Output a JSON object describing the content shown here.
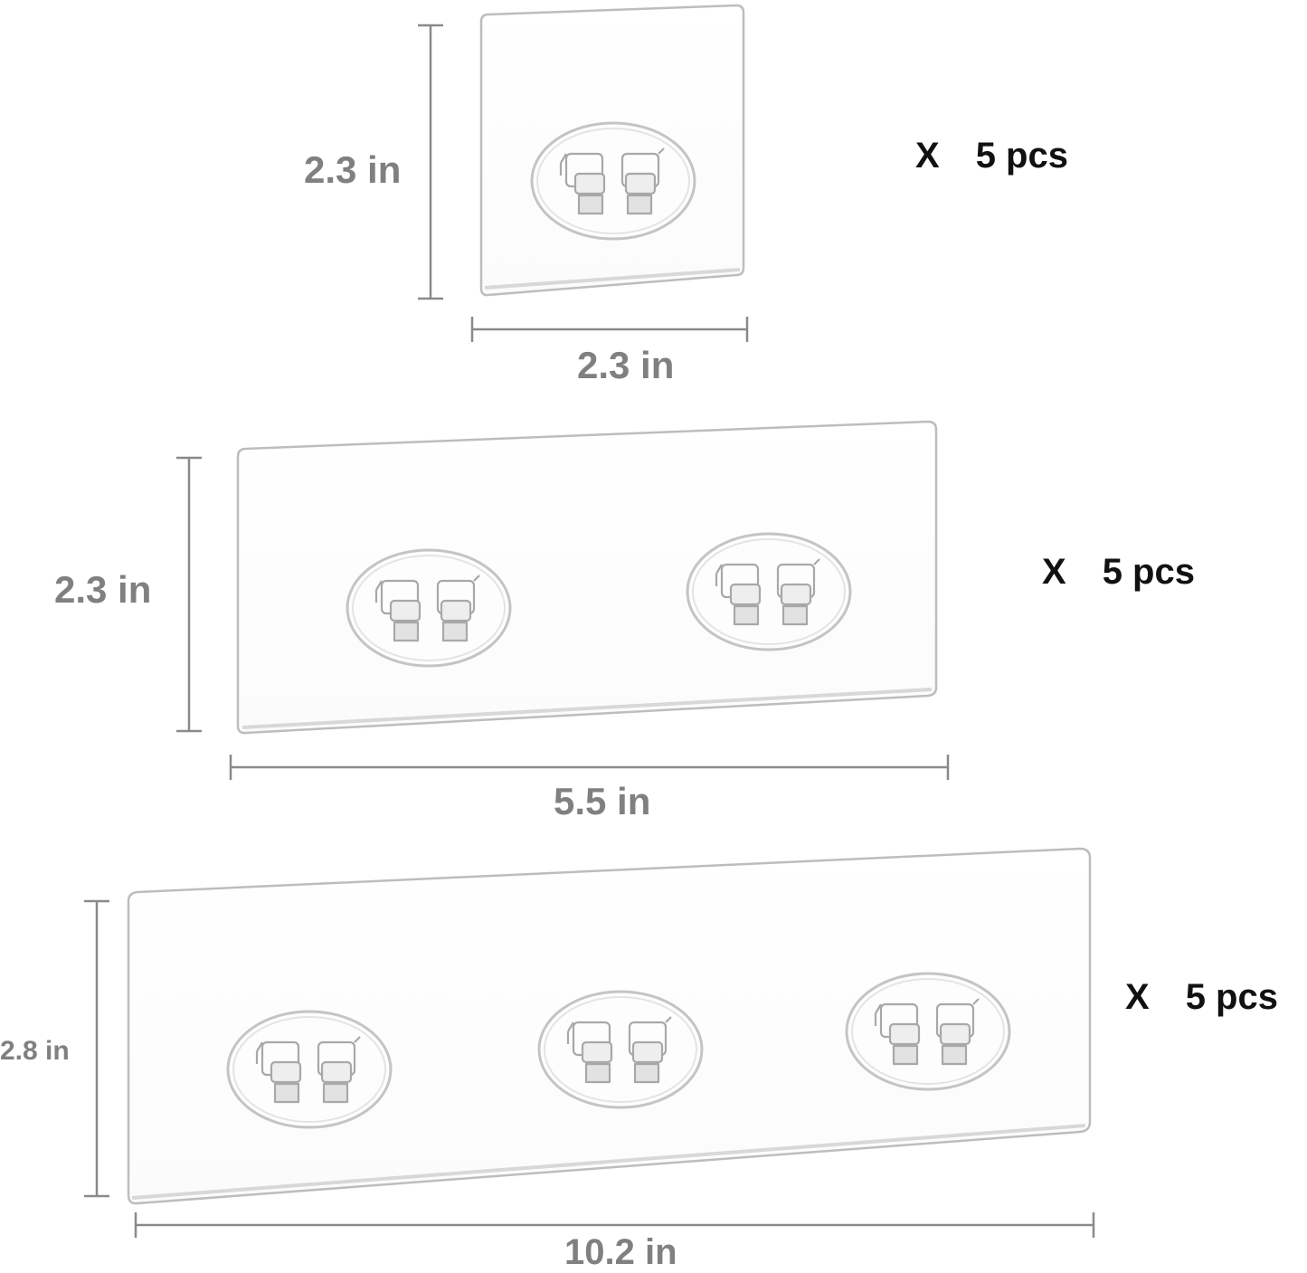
{
  "items": [
    {
      "height_label": "2.3 in",
      "width_label": "2.3 in",
      "qty_x": "X",
      "qty_label": "5 pcs",
      "hook_count": 1
    },
    {
      "height_label": "2.3 in",
      "width_label": "5.5 in",
      "qty_x": "X",
      "qty_label": "5 pcs",
      "hook_count": 2
    },
    {
      "height_label": "2.8 in",
      "width_label": "10.2 in",
      "qty_x": "X",
      "qty_label": "5 pcs",
      "hook_count": 3
    }
  ]
}
